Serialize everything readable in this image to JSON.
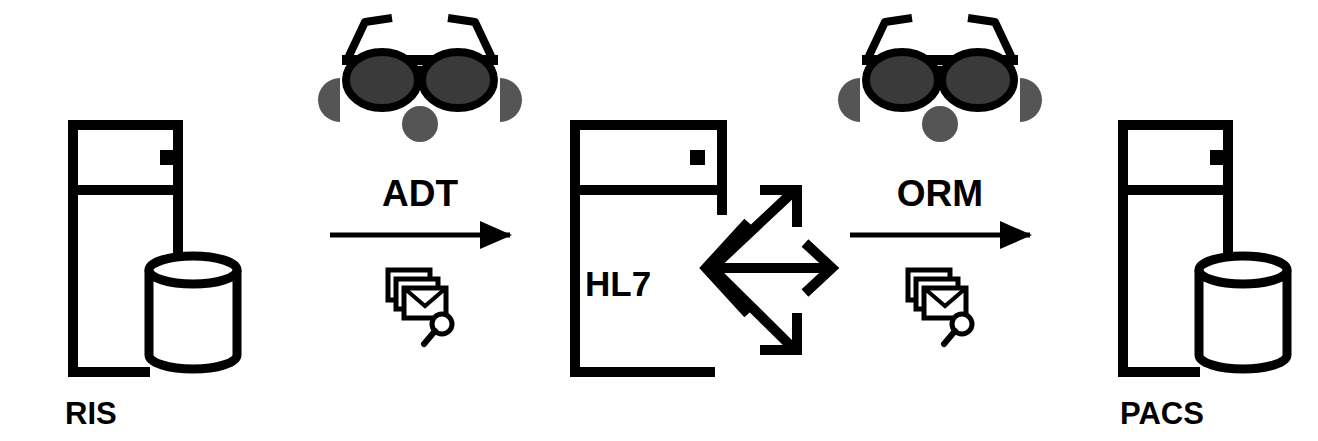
{
  "diagram": {
    "nodes": [
      {
        "text": [
          "RIS"
        ]
      },
      {
        "text": [
          "HL7"
        ]
      },
      {
        "text": [
          "PACS"
        ]
      }
    ],
    "edges": [
      {
        "from": 0,
        "to": 1,
        "label": "ADT",
        "arrow": "to"
      },
      {
        "from": 1,
        "to": 2,
        "label": "ORM",
        "arrow": "to"
      }
    ]
  }
}
